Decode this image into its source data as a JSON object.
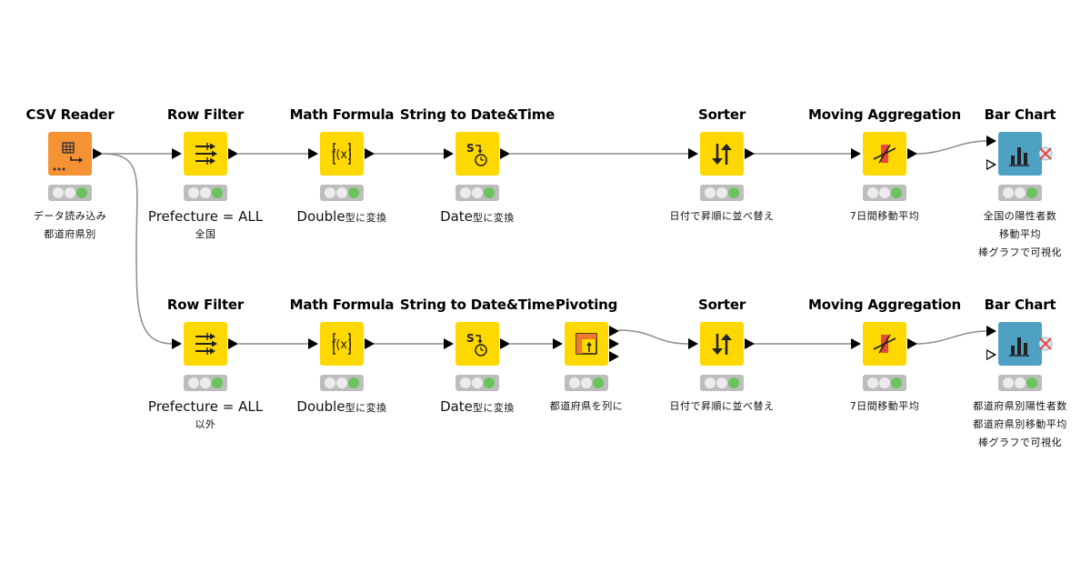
{
  "workflow": {
    "nodes": [
      {
        "id": "csv-reader",
        "title": "CSV Reader",
        "desc": "",
        "desc_jp": "データ読み込み\n都道府県別",
        "type": "orange"
      },
      {
        "id": "row-filter-1",
        "title": "Row Filter",
        "desc": "Prefecture = ALL",
        "desc_jp": "全国",
        "type": "yellow"
      },
      {
        "id": "math-formula-1",
        "title": "Math Formula",
        "desc": "Double",
        "desc_jp": "型に変換",
        "type": "yellow"
      },
      {
        "id": "string-to-date-1",
        "title": "String to Date&Time",
        "desc": "Date",
        "desc_jp": "型に変換",
        "type": "yellow"
      },
      {
        "id": "sorter-1",
        "title": "Sorter",
        "desc": "",
        "desc_jp": "日付で昇順に並べ替え",
        "type": "yellow"
      },
      {
        "id": "moving-aggregation-1",
        "title": "Moving Aggregation",
        "desc": "",
        "desc_jp": "7日間移動平均",
        "type": "yellow"
      },
      {
        "id": "bar-chart-1",
        "title": "Bar Chart",
        "desc": "",
        "desc_jp": "全国の陽性者数\n移動平均\n棒グラフで可視化",
        "type": "blue"
      },
      {
        "id": "row-filter-2",
        "title": "Row Filter",
        "desc": "Prefecture = ALL",
        "desc_jp": "以外",
        "type": "yellow"
      },
      {
        "id": "math-formula-2",
        "title": "Math Formula",
        "desc": "Double",
        "desc_jp": "型に変換",
        "type": "yellow"
      },
      {
        "id": "string-to-date-2",
        "title": "String to Date&Time",
        "desc": "Date",
        "desc_jp": "型に変換",
        "type": "yellow"
      },
      {
        "id": "pivoting",
        "title": "Pivoting",
        "desc": "",
        "desc_jp": "都道府県を列に",
        "type": "yellow"
      },
      {
        "id": "sorter-2",
        "title": "Sorter",
        "desc": "",
        "desc_jp": "日付で昇順に並べ替え",
        "type": "yellow"
      },
      {
        "id": "moving-aggregation-2",
        "title": "Moving Aggregation",
        "desc": "",
        "desc_jp": "7日間移動平均",
        "type": "yellow"
      },
      {
        "id": "bar-chart-2",
        "title": "Bar Chart",
        "desc": "",
        "desc_jp": "都道府県別陽性者数\n都道府県別移動平均\n棒グラフで可視化",
        "type": "blue"
      }
    ]
  }
}
